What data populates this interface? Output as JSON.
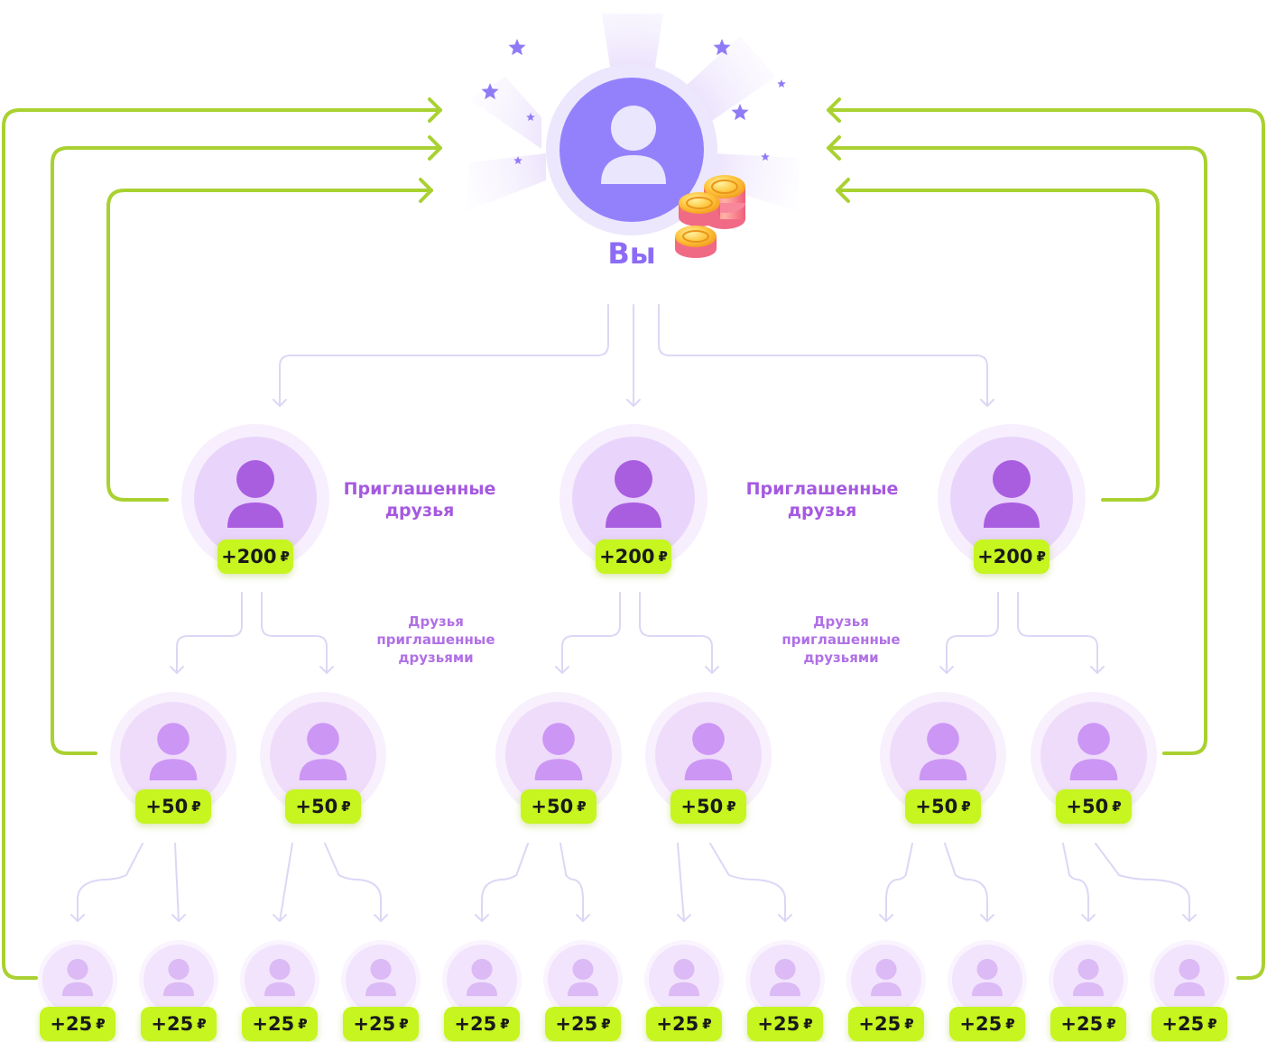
{
  "root": {
    "label": "Вы"
  },
  "labels": {
    "invited": [
      "Приглашенные",
      "друзья"
    ],
    "invited_friends": [
      "Друзья",
      "приглашенные",
      "друзьями"
    ]
  },
  "currency": "₽",
  "levels": [
    {
      "level": 1,
      "reward": "+200",
      "count": 3
    },
    {
      "level": 2,
      "reward": "+50",
      "count": 6
    },
    {
      "level": 3,
      "reward": "+25",
      "count": 12
    }
  ],
  "colors": {
    "accent_green": "#c6f51f",
    "loop_line": "#a9d131",
    "root_avatar": "#9381fc",
    "level1_icon": "#a95ee0",
    "level2_icon": "#cc96f5",
    "level3_icon": "#dcbaf5",
    "connector": "#dcd7f5",
    "text_purple": "#a659e0"
  }
}
